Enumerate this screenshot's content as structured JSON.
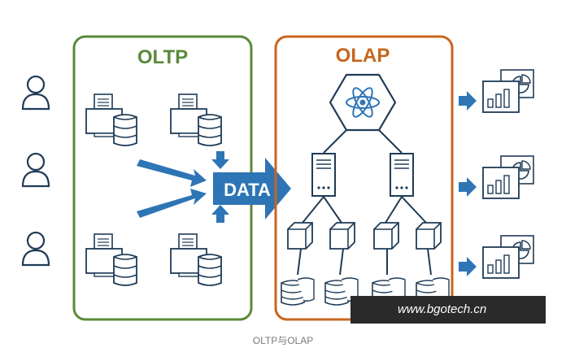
{
  "panels": {
    "oltp": {
      "title": "OLTP",
      "color": "#5a8a3a"
    },
    "olap": {
      "title": "OLAP",
      "color": "#c8651e"
    }
  },
  "center": {
    "label": "DATA",
    "color": "#2e75b6"
  },
  "watermark": {
    "text": "www.bgotech.cn"
  },
  "caption": {
    "text": "OLTP与OLAP"
  },
  "icons": {
    "user": "user-icon",
    "workstation": "workstation-database-icon",
    "engine": "atom-engine-icon",
    "server": "server-icon",
    "cube": "data-cube-icon",
    "storage": "database-stack-icon",
    "report": "report-chart-icon"
  },
  "colors": {
    "stroke": "#1f3b57",
    "blue": "#2e75b6"
  }
}
